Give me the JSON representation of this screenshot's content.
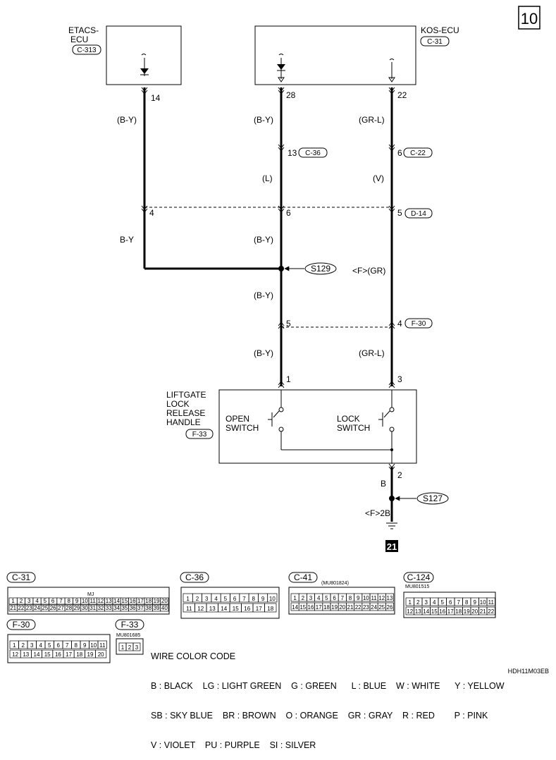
{
  "page_number": "10",
  "components": {
    "etacs": {
      "name_line1": "ETACS-",
      "name_line2": "ECU",
      "connector": "C-313"
    },
    "kos": {
      "name": "KOS-ECU",
      "connector": "C-31"
    },
    "handle": {
      "line1": "LIFTGATE",
      "line2": "LOCK",
      "line3": "RELEASE",
      "line4": "HANDLE",
      "connector": "F-33"
    },
    "open_switch": {
      "line1": "OPEN",
      "line2": "SWITCH"
    },
    "lock_switch": {
      "line1": "LOCK",
      "line2": "SWITCH"
    }
  },
  "pins": {
    "etacs_pin": "14",
    "kos_pin_a": "28",
    "kos_pin_b": "22",
    "c36_pin": "13",
    "c36": "C-36",
    "c22_pin": "6",
    "c22": "C-22",
    "row4_left": "4",
    "row4_mid": "6",
    "row4_right": "5",
    "d14": "D-14",
    "row5_mid": "5",
    "row5_right": "4",
    "f30": "F-30",
    "handle_pin1": "1",
    "handle_pin3": "3",
    "ground_pin": "2"
  },
  "wires": {
    "left_top": "(B-Y)",
    "mid_top": "(B-Y)",
    "right_top": "(GR-L)",
    "mid_2": "(L)",
    "right_2": "(V)",
    "left_3": "B-Y",
    "mid_3": "(B-Y)",
    "right_3": "<F>(GR)",
    "mid_4": "(B-Y)",
    "mid_5": "(B-Y)",
    "right_5": "(GR-L)",
    "ground_1": "B",
    "ground_2": "<F>2B"
  },
  "splices": {
    "s129": "S129",
    "s127": "S127"
  },
  "ground_ref": "21",
  "connectors": {
    "c31": {
      "label": "C-31",
      "tag": "MJ",
      "row1": [
        "1",
        "2",
        "3",
        "4",
        "5",
        "6",
        "7",
        "8",
        "9",
        "10",
        "11",
        "12",
        "13",
        "14",
        "15",
        "16",
        "17",
        "18",
        "19",
        "20"
      ],
      "row2": [
        "21",
        "22",
        "23",
        "24",
        "25",
        "26",
        "27",
        "28",
        "29",
        "30",
        "31",
        "32",
        "33",
        "34",
        "35",
        "36",
        "37",
        "38",
        "39",
        "40"
      ]
    },
    "c36": {
      "label": "C-36",
      "row1": [
        "1",
        "2",
        "3",
        "4",
        "5",
        "6",
        "7",
        "8",
        "9",
        "10"
      ],
      "row2": [
        "11",
        "12",
        "13",
        "14",
        "15",
        "16",
        "17",
        "18"
      ]
    },
    "c41": {
      "label": "C-41",
      "part": "(MU801824)",
      "row1": [
        "1",
        "2",
        "3",
        "4",
        "5",
        "6",
        "7",
        "8",
        "9",
        "10",
        "11",
        "12",
        "13"
      ],
      "row2": [
        "14",
        "15",
        "16",
        "17",
        "18",
        "19",
        "20",
        "21",
        "22",
        "23",
        "24",
        "25",
        "26"
      ]
    },
    "c124": {
      "label": "C-124",
      "part": "MU801515",
      "row1": [
        "1",
        "2",
        "3",
        "4",
        "5",
        "6",
        "7",
        "8",
        "9",
        "10",
        "11"
      ],
      "row2": [
        "12",
        "13",
        "14",
        "15",
        "16",
        "17",
        "18",
        "19",
        "20",
        "21",
        "22"
      ]
    },
    "f30": {
      "label": "F-30",
      "row1": [
        "1",
        "2",
        "3",
        "4",
        "5",
        "6",
        "7",
        "8",
        "9",
        "10",
        "11"
      ],
      "row2": [
        "12",
        "13",
        "14",
        "15",
        "16",
        "17",
        "18",
        "19",
        "20"
      ]
    },
    "f33": {
      "label": "F-33",
      "part": "MU801685",
      "pins": [
        "1",
        "2",
        "3"
      ]
    }
  },
  "wire_color_code": {
    "title": "WIRE COLOR CODE",
    "line1": "B : BLACK    LG : LIGHT GREEN    G : GREEN      L : BLUE    W : WHITE      Y : YELLOW",
    "line2": "SB : SKY BLUE    BR : BROWN    O : ORANGE    GR : GRAY    R : RED        P : PINK",
    "line3": "V : VIOLET    PU : PURPLE    SI : SILVER"
  },
  "drawing_code": "HDH11M03EB"
}
